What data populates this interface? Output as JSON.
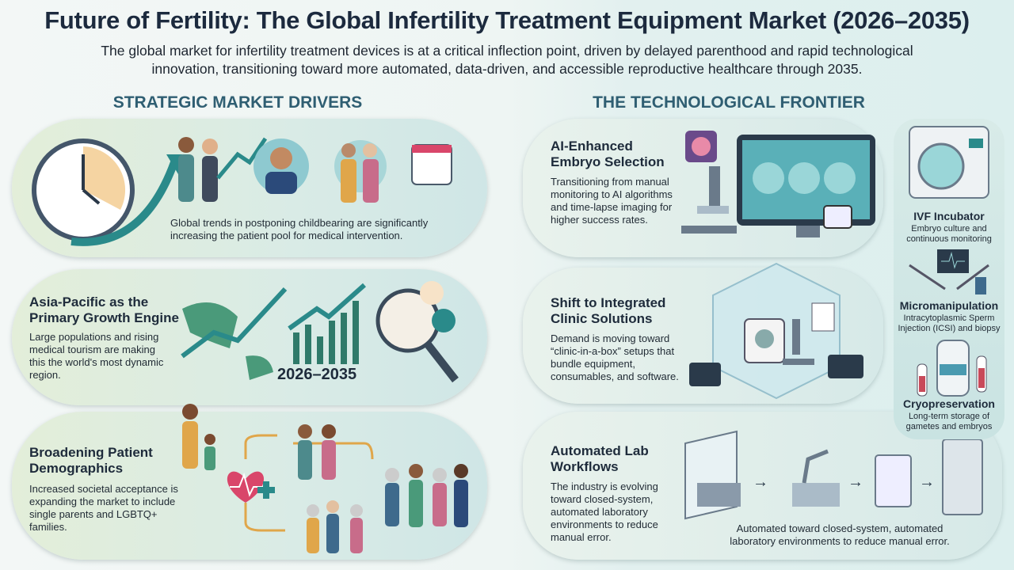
{
  "title": "Future of Fertility: The Global Infertility Treatment Equipment Market (2026–2035)",
  "subtitle": "The global market for infertility treatment devices is at a critical inflection point, driven by delayed parenthood and rapid technological innovation, transitioning toward more automated, data-driven, and accessible reproductive healthcare through 2035.",
  "left": {
    "heading": "STRATEGIC MARKET DRIVERS",
    "cards": [
      {
        "title": "",
        "text": "Global trends in postponing childbearing are significantly increasing the patient pool for medical intervention."
      },
      {
        "title": "Asia-Pacific as the Primary Growth Engine",
        "text": "Large populations and rising medical tourism are making this the world's most dynamic region.",
        "badge": "2026–2035"
      },
      {
        "title": "Broadening Patient Demographics",
        "text": "Increased societal acceptance is expanding the market to include single parents and LGBTQ+ families."
      }
    ]
  },
  "right": {
    "heading": "THE TECHNOLOGICAL FRONTIER",
    "cards": [
      {
        "title": "AI-Enhanced Embryo Selection",
        "text": "Transitioning from manual monitoring to AI algorithms and time-lapse imaging for higher success rates."
      },
      {
        "title": "Shift to Integrated Clinic Solutions",
        "text": "Demand is moving toward “clinic-in-a-box” setups that bundle equipment, consumables, and software."
      },
      {
        "title": "Automated Lab Workflows",
        "text": "The industry is evolving toward closed-system, automated laboratory environments to reduce manual error.",
        "caption": "Automated toward closed-system, automated laboratory environments to reduce manual error."
      }
    ],
    "side": [
      {
        "title": "IVF Incubator",
        "text": "Embryo culture and continuous monitoring"
      },
      {
        "title": "Micromanipulation",
        "text": "Intracytoplasmic Sperm Injection (ICSI) and biopsy"
      },
      {
        "title": "Cryopreservation",
        "text": "Long-term storage of gametes and embryos"
      }
    ]
  },
  "colors": {
    "accent": "#2f5e72",
    "heart": "#d9466a",
    "arrow": "#2a8a8a"
  }
}
